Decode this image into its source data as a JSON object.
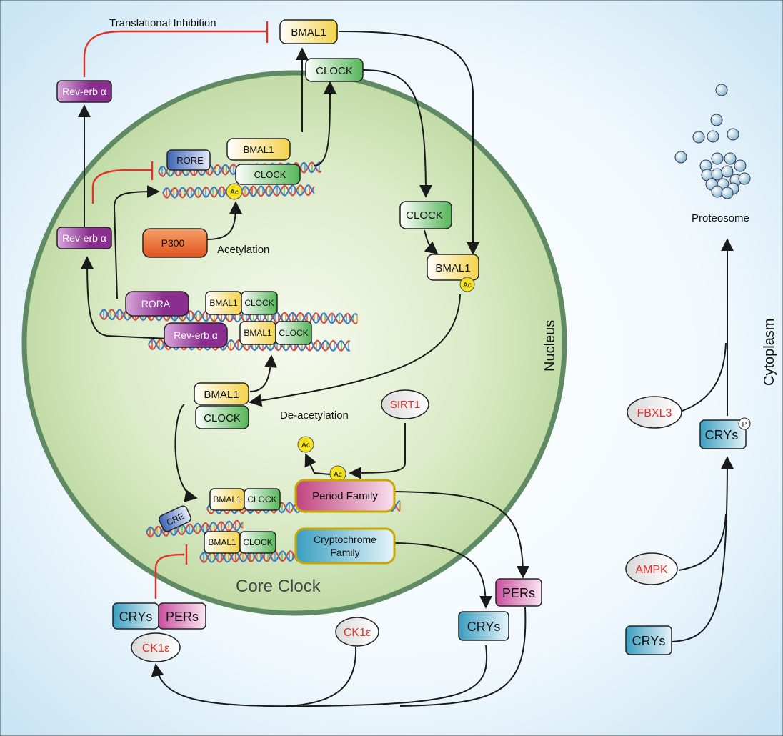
{
  "labels": {
    "translational_inhibition": "Translational Inhibition",
    "acetylation": "Acetylation",
    "de_acetylation": "De-acetylation",
    "nucleus": "Nucleus",
    "cytoplasm": "Cytoplasm",
    "core_clock": "Core Clock",
    "proteosome": "Proteosome"
  },
  "nodes": {
    "bmal1": "BMAL1",
    "clock": "CLOCK",
    "rev_erb": "Rev-erb α",
    "rore": "RORE",
    "rora": "RORA",
    "p300": "P300",
    "ac": "Ac",
    "sirt1": "SIRT1",
    "period_family": "Period Family",
    "cryptochrome_line1": "Cryptochrome",
    "cryptochrome_line2": "Family",
    "cre": "CRE",
    "crys": "CRYs",
    "pers": "PERs",
    "ck1e": "CK1ε",
    "fbxl3": "FBXL3",
    "ampk": "AMPK",
    "p": "P"
  },
  "colors": {
    "inhibition": "#e0312b",
    "arrow": "#1a1a1a",
    "nucleus_fill": "#c8dfb0",
    "nucleus_border": "#5f8a63",
    "bmal1": "#f3d24a",
    "clock": "#55b557",
    "rev_erb": "#8a2f8f",
    "crys": "#3a9ec0",
    "pers": "#c94fa0",
    "ac": "#f2e21f",
    "p300": "#e8642a",
    "rore": "#4d77c7",
    "red_text": "#e0312b"
  }
}
